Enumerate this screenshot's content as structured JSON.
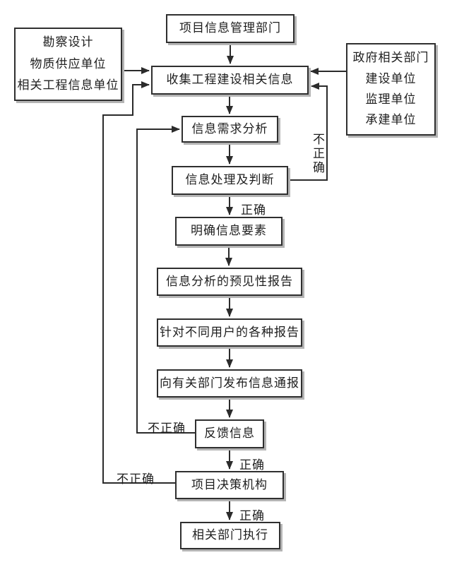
{
  "diagram": {
    "nodes": {
      "project_info_dept": "项目信息管理部门",
      "left_sources": [
        "勘察设计",
        "物质供应单位",
        "相关工程信息单位"
      ],
      "right_sources": [
        "政府相关部门",
        "建设单位",
        "监理单位",
        "承建单位"
      ],
      "collect": "收集工程建设相关信息",
      "demand_analysis": "信息需求分析",
      "processing_judgment": "信息处理及判断",
      "clarify_elements": "明确信息要素",
      "predictive_report": "信息分析的预见性报告",
      "user_reports": "针对不同用户的各种报告",
      "publish_notification": "向有关部门发布信息通报",
      "feedback": "反馈信息",
      "decision_body": "项目决策机构",
      "execution": "相关部门执行"
    },
    "edge_labels": {
      "correct": "正确",
      "incorrect": "不正确"
    },
    "colors": {
      "line": "#2b2b2b",
      "box_border": "#2f2f2f",
      "box_background": "#ffffff",
      "box_shadow": "#b4b4b4",
      "text": "#1e1e1e",
      "page_background": "#ffffff"
    }
  }
}
